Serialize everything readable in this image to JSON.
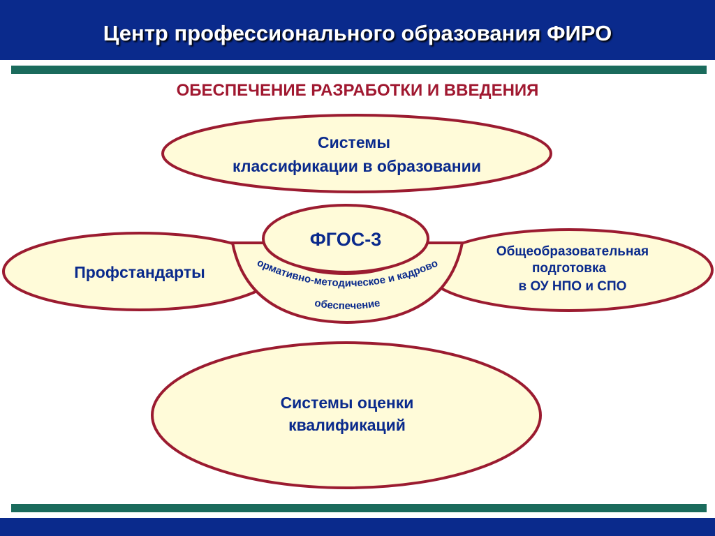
{
  "header": {
    "title": "Центр профессионального образования ФИРО"
  },
  "subtitle": "ОБЕСПЕЧЕНИЕ РАЗРАБОТКИ И ВВЕДЕНИЯ",
  "nodes": {
    "classification": {
      "line1": "Системы",
      "line2": "классификации в образовании"
    },
    "center": {
      "label": "ФГОС-3"
    },
    "arc_label": {
      "line1": "Нормативно-методическое и кадровое",
      "line2": "обеспечение"
    },
    "profstandards": {
      "label": "Профстандарты"
    },
    "general": {
      "line1": "Общеобразовательная",
      "line2": "подготовка",
      "line3": "в ОУ НПО и СПО"
    },
    "assessment": {
      "line1": "Системы оценки",
      "line2": "квалификаций"
    }
  },
  "colors": {
    "header_bg": "#0a2a8c",
    "accent_bar": "#1a6b5c",
    "subtitle_text": "#a01830",
    "node_fill": "#fffbd9",
    "node_stroke": "#9b1b30",
    "node_text": "#0a2a8c"
  }
}
